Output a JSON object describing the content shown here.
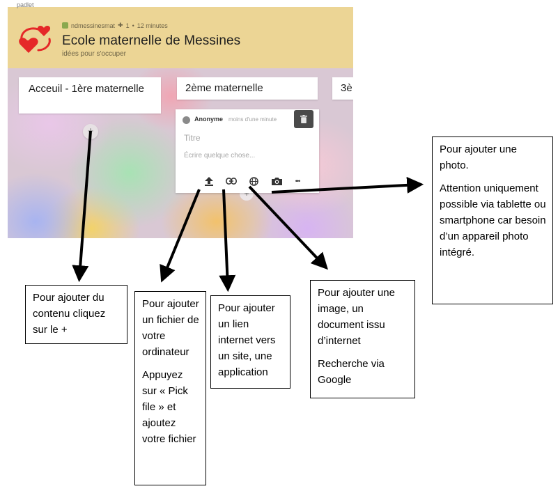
{
  "padlet": {
    "brand": "padlet",
    "meta": {
      "user": "ndmessinesmat",
      "likes": "1",
      "time": "12 minutes"
    },
    "title": "Ecole maternelle de Messines",
    "subtitle": "idées pour s'occuper",
    "columns": [
      {
        "label": "Acceuil - 1ère maternelle"
      },
      {
        "label": "2ème maternelle"
      },
      {
        "label": "3è"
      }
    ],
    "add_symbol": "+",
    "card": {
      "author": "Anonyme",
      "time": "moins d'une minute",
      "title_placeholder": "Titre",
      "body_placeholder": "Écrire quelque chose...",
      "tools": [
        "upload-icon",
        "link-icon",
        "globe-icon",
        "camera-icon",
        "more-icon"
      ],
      "more_symbol": "•••"
    }
  },
  "annotations": {
    "plus": [
      "Pour ajouter du contenu cliquez sur le +"
    ],
    "file": [
      "Pour ajouter un fichier de votre ordinateur",
      "Appuyez sur  « Pick file » et ajoutez votre fichier"
    ],
    "link": [
      "Pour ajouter un lien internet vers un site, une application"
    ],
    "image": [
      "Pour ajouter une image, un document issu d’internet",
      "Recherche via Google"
    ],
    "photo": [
      "Pour ajouter une photo.",
      "Attention uniquement possible via tablette ou smartphone car besoin d’un appareil photo intégré."
    ]
  },
  "colors": {
    "header": "#ecd595",
    "heart": "#e52828",
    "trash_bg": "#4a4a4a",
    "arrow": "#000000"
  }
}
